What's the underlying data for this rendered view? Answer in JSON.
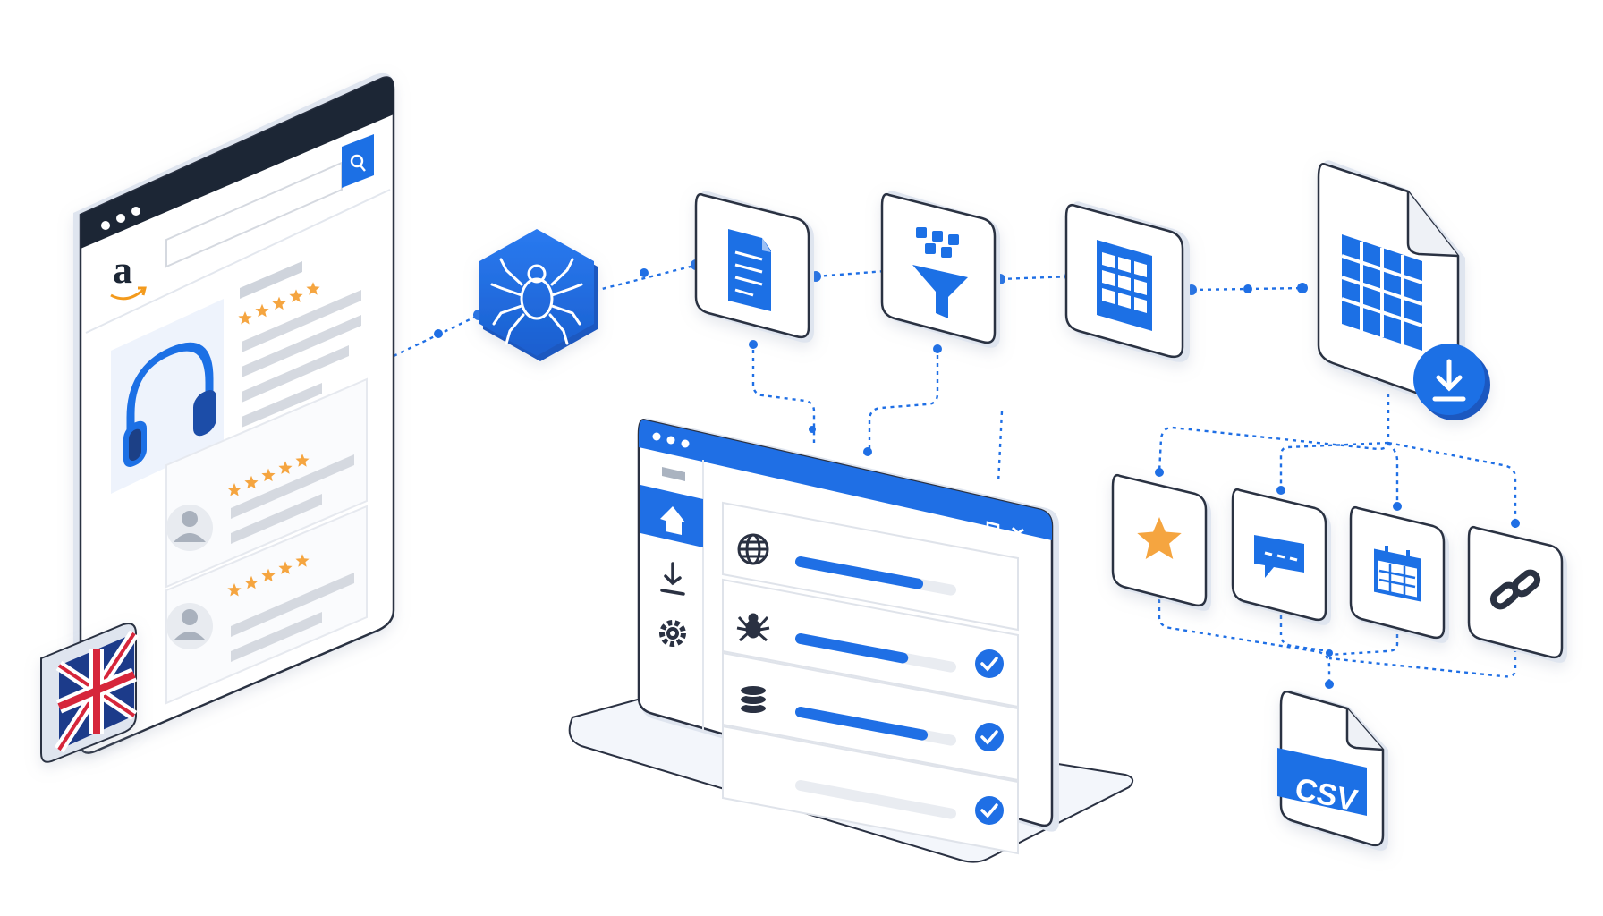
{
  "colors": {
    "brand_blue": "#1f6fe5",
    "dark_bar": "#1e2736",
    "light_panel": "#eef3fc",
    "gray_line": "#d5d9e0",
    "star_orange": "#f5a540",
    "outline": "#2a3142",
    "amazon_orange": "#f39a1e"
  },
  "store_page": {
    "logo_glyph": "a",
    "flag_icon": "union-jack-flag-icon",
    "product_icon": "headphones-icon",
    "search_icon": "search-icon",
    "rating_rows": [
      {
        "stars": 5
      },
      {
        "stars": 5
      },
      {
        "stars": 5
      }
    ]
  },
  "pipeline": {
    "steps": [
      {
        "icon": "spider-crawler-icon"
      },
      {
        "icon": "document-icon"
      },
      {
        "icon": "filter-funnel-icon"
      },
      {
        "icon": "table-grid-icon"
      },
      {
        "icon": "spreadsheet-file-icon"
      }
    ],
    "download_icon": "download-icon"
  },
  "dashboard": {
    "nav_icons": [
      "home-icon",
      "download-icon",
      "gear-icon"
    ],
    "window_controls": [
      "minimize-icon",
      "maximize-icon",
      "close-icon"
    ],
    "tasks": [
      {
        "icon": "globe-icon",
        "progress": 0.78,
        "done": false
      },
      {
        "icon": "spider-icon",
        "progress": 0.68,
        "done": true
      },
      {
        "icon": "database-icon",
        "progress": 0.81,
        "done": true
      },
      {
        "icon": "none",
        "progress": 0.0,
        "done": true
      }
    ]
  },
  "outputs": {
    "fields": [
      {
        "icon": "star-icon"
      },
      {
        "icon": "comment-icon"
      },
      {
        "icon": "calendar-icon"
      },
      {
        "icon": "link-icon"
      }
    ],
    "export_label": "CSV"
  }
}
